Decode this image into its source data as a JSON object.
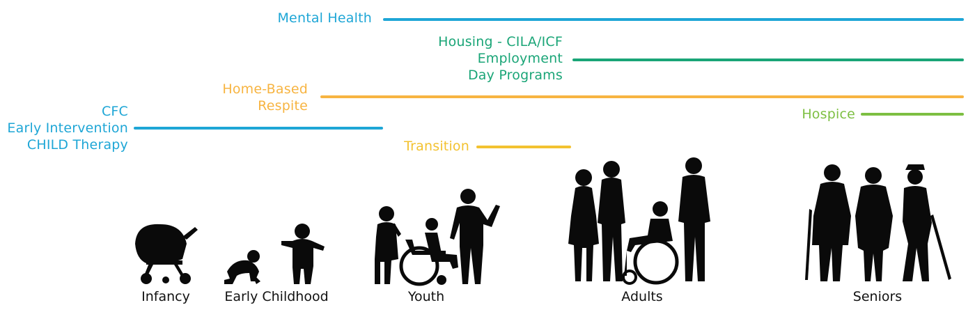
{
  "colors": {
    "blue": "#1ea6d6",
    "green": "#1aa577",
    "orange": "#f7b441",
    "lime": "#7dbf42",
    "yellow": "#f3c230",
    "figure": "#0a0a0a"
  },
  "services": {
    "mental_health": {
      "lines": [
        "Mental Health"
      ]
    },
    "housing": {
      "lines": [
        "Housing - CILA/ICF",
        "Employment",
        "Day Programs"
      ]
    },
    "home_based": {
      "lines": [
        "Home-Based",
        "Respite"
      ]
    },
    "hospice": {
      "lines": [
        "Hospice"
      ]
    },
    "cfc": {
      "lines": [
        "CFC",
        "Early Intervention",
        "CHILD Therapy"
      ]
    },
    "transition": {
      "lines": [
        "Transition"
      ]
    }
  },
  "stages": {
    "infancy": "Infancy",
    "early_childhood": "Early Childhood",
    "youth": "Youth",
    "adults": "Adults",
    "seniors": "Seniors"
  },
  "icons": [
    "stroller-icon",
    "crawling-baby-icon",
    "toddler-icon",
    "youth-group-icon",
    "adults-group-icon",
    "seniors-group-icon"
  ]
}
